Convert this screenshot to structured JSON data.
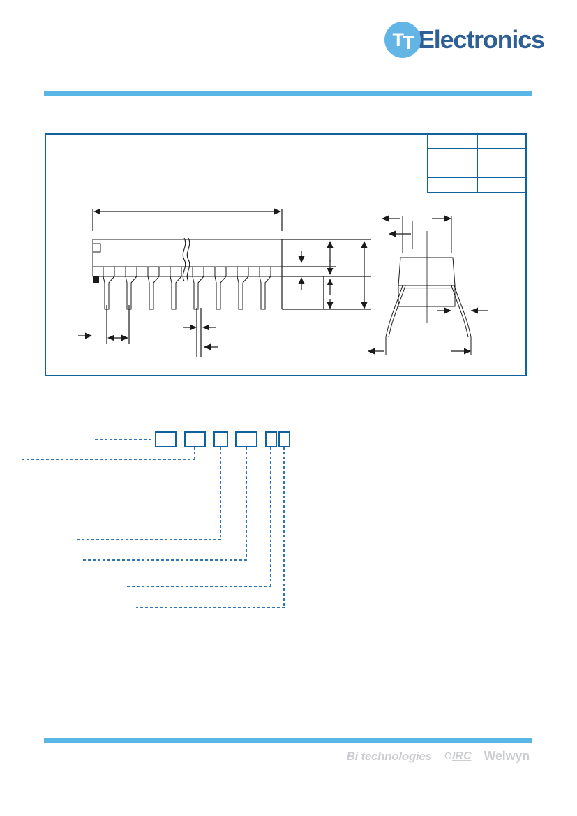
{
  "header": {
    "logo": {
      "mark_letters": [
        "T",
        "T"
      ],
      "wordmark": "Electronics",
      "disc_color": "#63b5e5",
      "wordmark_color": "#2e5f95"
    }
  },
  "theme": {
    "rule_color": "#5bb6e8",
    "frame_color": "#10629f",
    "leader_color": "#2f74b5",
    "drawing_ink": "#1a1a1a",
    "footer_brand_color": "#cccdd1"
  },
  "drawing": {
    "frame_name": "outline-drawing-frame",
    "dimension_table": {
      "columns": 2,
      "rows": [
        [
          "",
          ""
        ],
        [
          "",
          ""
        ],
        [
          "",
          ""
        ],
        [
          "",
          ""
        ]
      ]
    },
    "views": [
      {
        "name": "front-view",
        "label": ""
      },
      {
        "name": "side-view",
        "label": ""
      }
    ],
    "package_pin_count": 9
  },
  "part_number_key": {
    "boxes": [
      {
        "name": "pn-field-1",
        "value": ""
      },
      {
        "name": "pn-field-2",
        "value": ""
      },
      {
        "name": "pn-field-3",
        "value": ""
      },
      {
        "name": "pn-field-4",
        "value": ""
      },
      {
        "name": "pn-field-5",
        "value": ""
      },
      {
        "name": "pn-field-6",
        "value": ""
      }
    ],
    "callouts": [
      {
        "name": "callout-1",
        "label": ""
      },
      {
        "name": "callout-2",
        "label": ""
      },
      {
        "name": "callout-3",
        "label": ""
      },
      {
        "name": "callout-4",
        "label": ""
      },
      {
        "name": "callout-5",
        "label": ""
      },
      {
        "name": "callout-6",
        "label": ""
      }
    ]
  },
  "footer": {
    "brands": [
      {
        "name": "bi-technologies-logo",
        "text": "Bi technologies"
      },
      {
        "name": "irc-logo",
        "omega": "Ω",
        "text": "IRC"
      },
      {
        "name": "welwyn-logo",
        "text": "Welwyn"
      }
    ]
  }
}
